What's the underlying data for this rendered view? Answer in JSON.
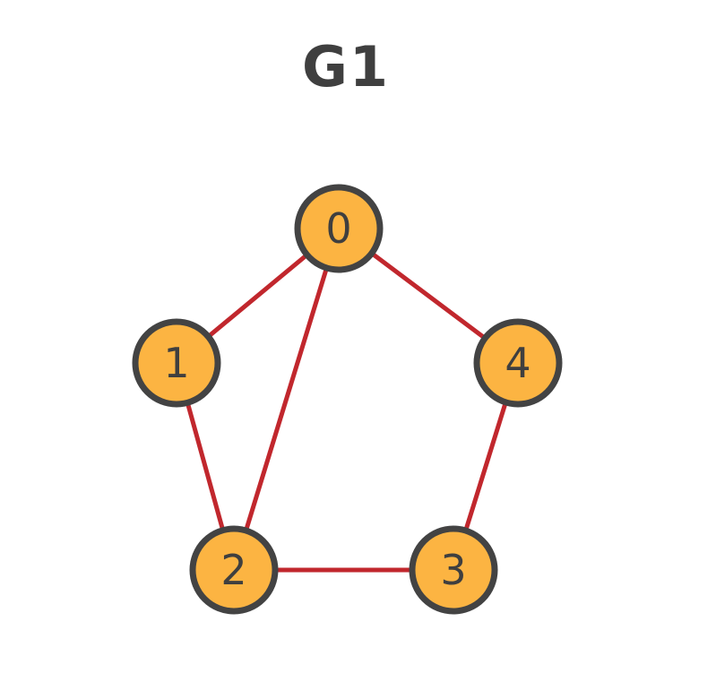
{
  "title": "G1",
  "colors": {
    "node_fill": "#fcb442",
    "node_stroke": "#434343",
    "edge": "#c1272d",
    "text": "#3f3f3f"
  },
  "nodes": [
    {
      "id": "0",
      "label": "0"
    },
    {
      "id": "1",
      "label": "1"
    },
    {
      "id": "2",
      "label": "2"
    },
    {
      "id": "3",
      "label": "3"
    },
    {
      "id": "4",
      "label": "4"
    }
  ],
  "edges": [
    {
      "from": "0",
      "to": "1"
    },
    {
      "from": "0",
      "to": "2"
    },
    {
      "from": "0",
      "to": "4"
    },
    {
      "from": "1",
      "to": "2"
    },
    {
      "from": "2",
      "to": "3"
    },
    {
      "from": "3",
      "to": "4"
    }
  ]
}
